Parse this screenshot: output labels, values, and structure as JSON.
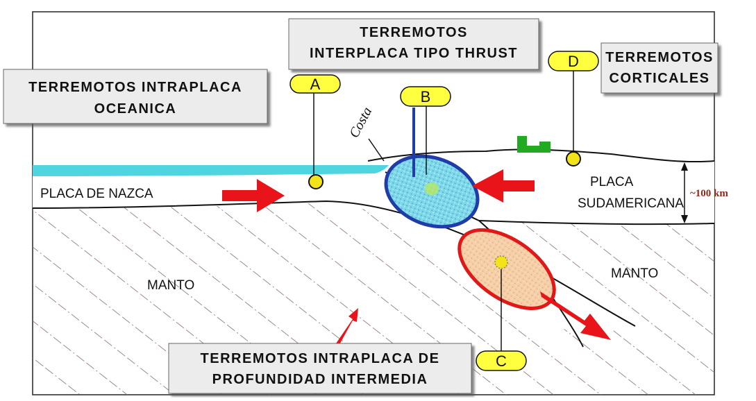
{
  "colors": {
    "ocean": "#4fd5e0",
    "arrow_red": "#e8141a",
    "thrust_zone_fill": "#7fd8ea",
    "thrust_zone_stroke": "#1f3ca8",
    "deep_zone_fill": "#f5cfa8",
    "deep_zone_stroke": "#e01818",
    "tag_fill": "#ffff40",
    "focus_fill": "#f2e418",
    "building": "#22aa22",
    "mantle_hatch": "#8a6a6a",
    "km_label": "#8b2a1a"
  },
  "boxes": {
    "intraplaca_oceanica": {
      "line1": "TERREMOTOS INTRAPLACA",
      "line2": "OCEANICA"
    },
    "interplaca_thrust": {
      "line1": "TERREMOTOS",
      "line2": "INTERPLACA TIPO THRUST"
    },
    "corticales": {
      "line1": "TERREMOTOS",
      "line2": "CORTICALES"
    },
    "intraplaca_profundidad": {
      "line1": "TERREMOTOS INTRAPLACA DE",
      "line2": "PROFUNDIDAD INTERMEDIA"
    }
  },
  "tags": {
    "a": "A",
    "b": "B",
    "c": "C",
    "d": "D"
  },
  "labels": {
    "placa_nazca": "PLACA DE NAZCA",
    "placa_sud_1": "PLACA",
    "placa_sud_2": "SUDAMERICANA",
    "manto_left": "MANTO",
    "manto_right": "MANTO",
    "costa": "Costa",
    "thickness": "~100 km"
  }
}
